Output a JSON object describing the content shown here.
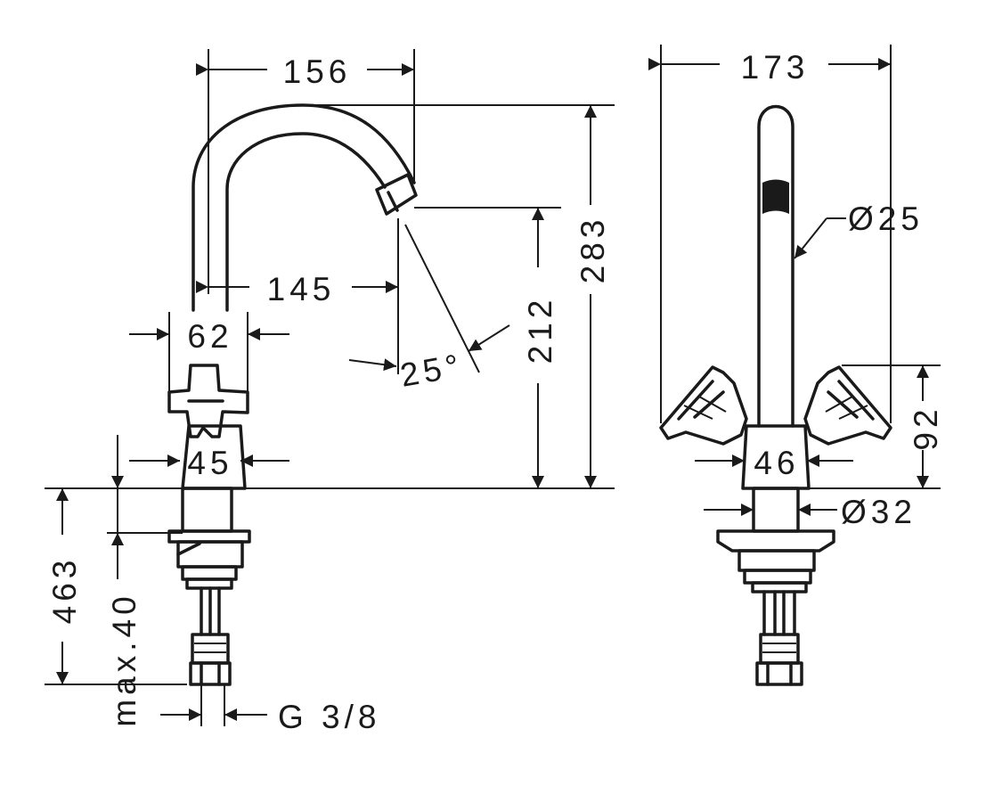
{
  "side_view": {
    "spout_reach_outer": "156",
    "spout_reach_inner": "145",
    "base_width": "62",
    "body_width": "45",
    "overall_height": "283",
    "outlet_height": "212",
    "spout_angle": "25°",
    "total_length": "463",
    "max_counter_thickness": "max.40",
    "thread": "G 3/8"
  },
  "front_view": {
    "handle_span": "173",
    "spout_diameter": "Ø25",
    "body_width": "46",
    "handle_height": "92",
    "shank_diameter": "Ø32"
  }
}
